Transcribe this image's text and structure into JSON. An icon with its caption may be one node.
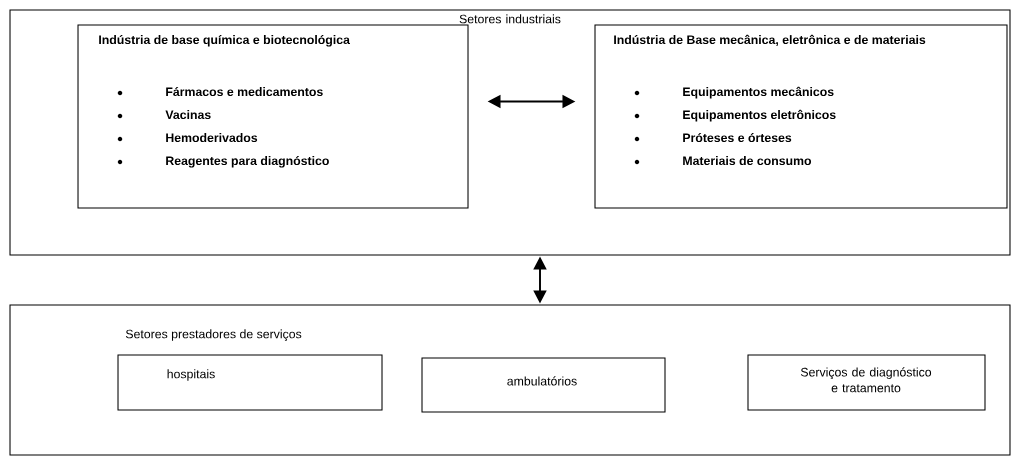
{
  "diagram": {
    "nodes": [
      {
        "text": [
          "Setores industriais"
        ]
      },
      {
        "text": [
          "Indústria de base química e biotecnológica",
          "Fármacos e medicamentos",
          "Vacinas",
          "Hemoderivados",
          "Reagentes para diagnóstico"
        ],
        "in": 0
      },
      {
        "text": [
          "Indústria de Base mecânica, eletrônica e de materiais",
          "Equipamentos mecânicos",
          "Equipamentos eletrônicos",
          "Próteses e órteses",
          "Materiais de consumo"
        ],
        "in": 0
      },
      {
        "text": [
          "Setores prestadores de serviços"
        ]
      },
      {
        "text": [
          "hospitais"
        ],
        "in": 3
      },
      {
        "text": [
          "ambulatórios"
        ],
        "in": 3
      },
      {
        "text": [
          "Serviços de diagnóstico e tratamento"
        ],
        "in": 3
      }
    ],
    "edges": [
      {
        "from": 1,
        "to": 2,
        "arrow": "both"
      },
      {
        "from": 0,
        "to": 3,
        "arrow": "both"
      }
    ]
  }
}
